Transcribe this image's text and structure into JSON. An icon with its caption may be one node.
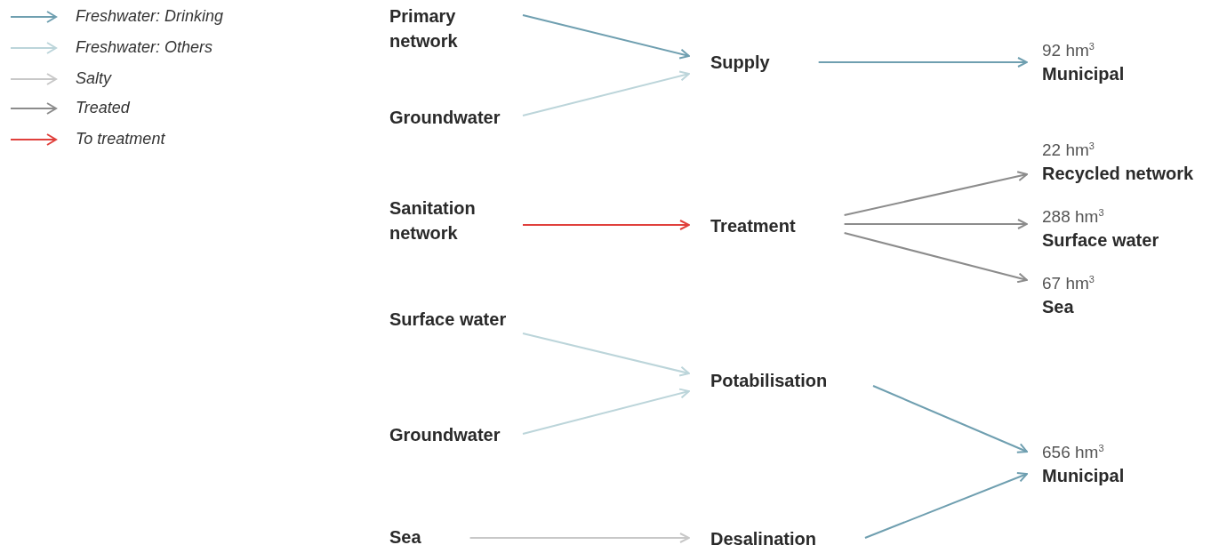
{
  "diagram": {
    "nodes": [
      {
        "text": [
          "Primary network"
        ]
      },
      {
        "text": [
          "Groundwater"
        ]
      },
      {
        "text": [
          "Sanitation network"
        ]
      },
      {
        "text": [
          "Surface water"
        ]
      },
      {
        "text": [
          "Groundwater"
        ]
      },
      {
        "text": [
          "Sea"
        ]
      },
      {
        "text": [
          "Supply"
        ]
      },
      {
        "text": [
          "Treatment"
        ]
      },
      {
        "text": [
          "Potabilisation"
        ]
      },
      {
        "text": [
          "Desalination"
        ]
      },
      {
        "text": [
          "92 hm$^{3}$",
          "Municipal"
        ]
      },
      {
        "text": [
          "22 hm$^{3}$",
          "Recycled network"
        ]
      },
      {
        "text": [
          "288 hm$^{3}$",
          "Surface water"
        ]
      },
      {
        "text": [
          "67 hm$^{3}$",
          "Sea"
        ]
      },
      {
        "text": [
          "656 hm$^{3}$",
          "Municipal"
        ]
      }
    ],
    "edges": [
      {
        "from": 0,
        "to": 6,
        "arrow": "to",
        "color": "#6f9fb0"
      },
      {
        "from": 1,
        "to": 6,
        "arrow": "to",
        "color": "#bcd5da"
      },
      {
        "from": 6,
        "to": 10,
        "arrow": "to",
        "color": "#6f9fb0"
      },
      {
        "from": 2,
        "to": 7,
        "arrow": "to",
        "color": "#e0403c"
      },
      {
        "from": 7,
        "to": 11,
        "arrow": "to",
        "color": "#8c8c8c"
      },
      {
        "from": 7,
        "to": 12,
        "arrow": "to",
        "color": "#8c8c8c"
      },
      {
        "from": 7,
        "to": 13,
        "arrow": "to",
        "color": "#8c8c8c"
      },
      {
        "from": 3,
        "to": 8,
        "arrow": "to",
        "color": "#bcd5da"
      },
      {
        "from": 4,
        "to": 8,
        "arrow": "to",
        "color": "#bcd5da"
      },
      {
        "from": 5,
        "to": 9,
        "arrow": "to",
        "color": "#c8c8c8"
      },
      {
        "from": 8,
        "to": 14,
        "arrow": "to",
        "color": "#6f9fb0"
      },
      {
        "from": 9,
        "to": 14,
        "arrow": "to",
        "color": "#6f9fb0"
      }
    ],
    "legend": [
      {
        "text": "Freshwater: Drinking",
        "color": "#6f9fb0"
      },
      {
        "text": "Freshwater: Others",
        "color": "#bcd5da"
      },
      {
        "text": "Salty",
        "color": "#c8c8c8"
      },
      {
        "text": "Treated",
        "color": "#8c8c8c"
      },
      {
        "text": "To treatment",
        "color": "#e0403c"
      }
    ]
  }
}
